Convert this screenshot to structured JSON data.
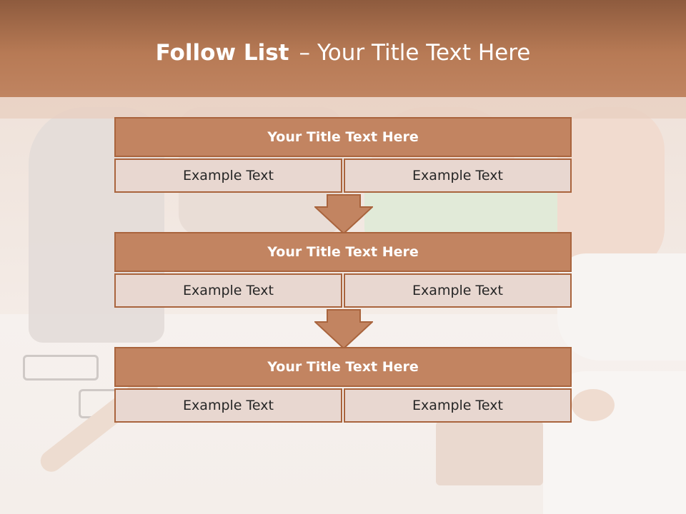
{
  "slide": {
    "title_bold": "Follow List",
    "title_dash": "–",
    "title_rest": "Your Title Text Here"
  },
  "blocks": [
    {
      "title": "Your Title Text Here",
      "left": "Example Text",
      "right": "Example Text"
    },
    {
      "title": "Your Title Text Here",
      "left": "Example Text",
      "right": "Example Text"
    },
    {
      "title": "Your Title Text Here",
      "left": "Example Text",
      "right": "Example Text"
    }
  ],
  "colors": {
    "header": "#b77a55",
    "block_header": "#c28461",
    "block_border": "#a9643d",
    "cell_fill": "#e8d7d0",
    "arrow_fill": "#c28461"
  },
  "icons": [
    "down-arrow-icon"
  ]
}
